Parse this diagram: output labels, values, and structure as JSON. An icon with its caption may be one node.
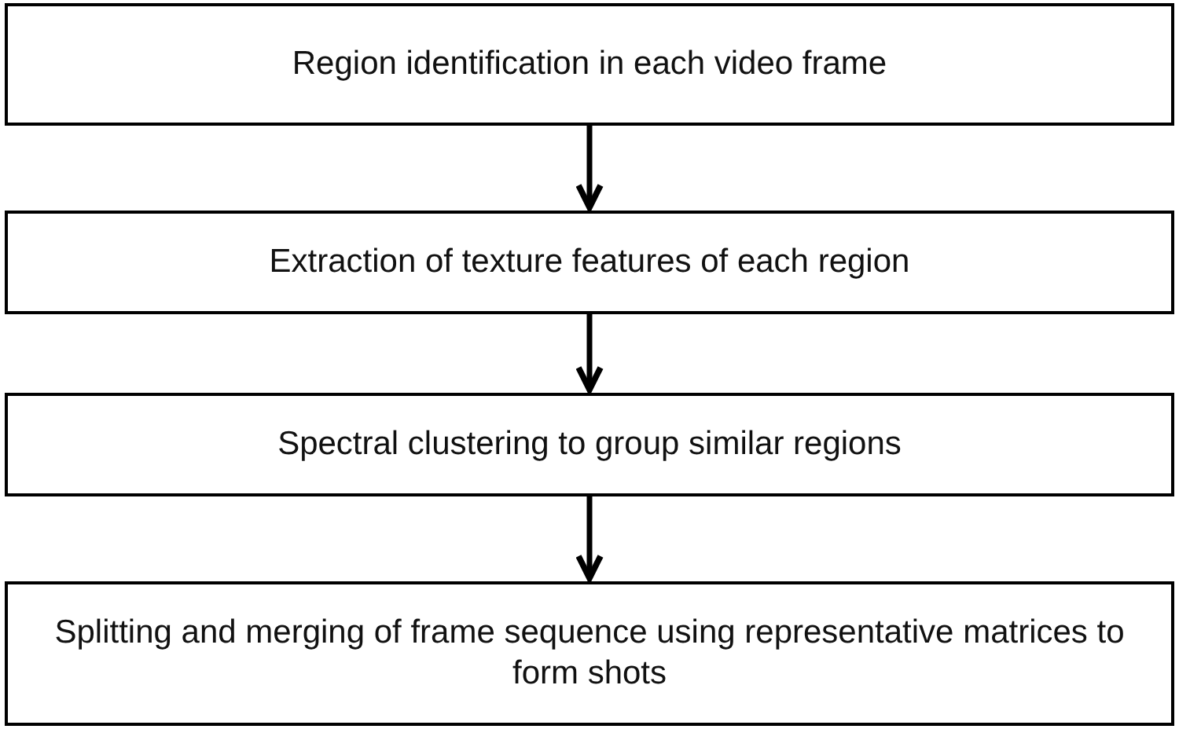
{
  "diagram": {
    "nodes": [
      {
        "text": [
          "Region identification in each video frame"
        ]
      },
      {
        "text": [
          "Extraction of texture features of each region"
        ]
      },
      {
        "text": [
          "Spectral clustering to group similar regions"
        ]
      },
      {
        "text": [
          "Splitting and merging of frame sequence using representative matrices to form shots"
        ]
      }
    ],
    "edges": [
      {
        "from": 0,
        "to": 1,
        "arrow": "to"
      },
      {
        "from": 1,
        "to": 2,
        "arrow": "to"
      },
      {
        "from": 2,
        "to": 3,
        "arrow": "to"
      }
    ]
  }
}
